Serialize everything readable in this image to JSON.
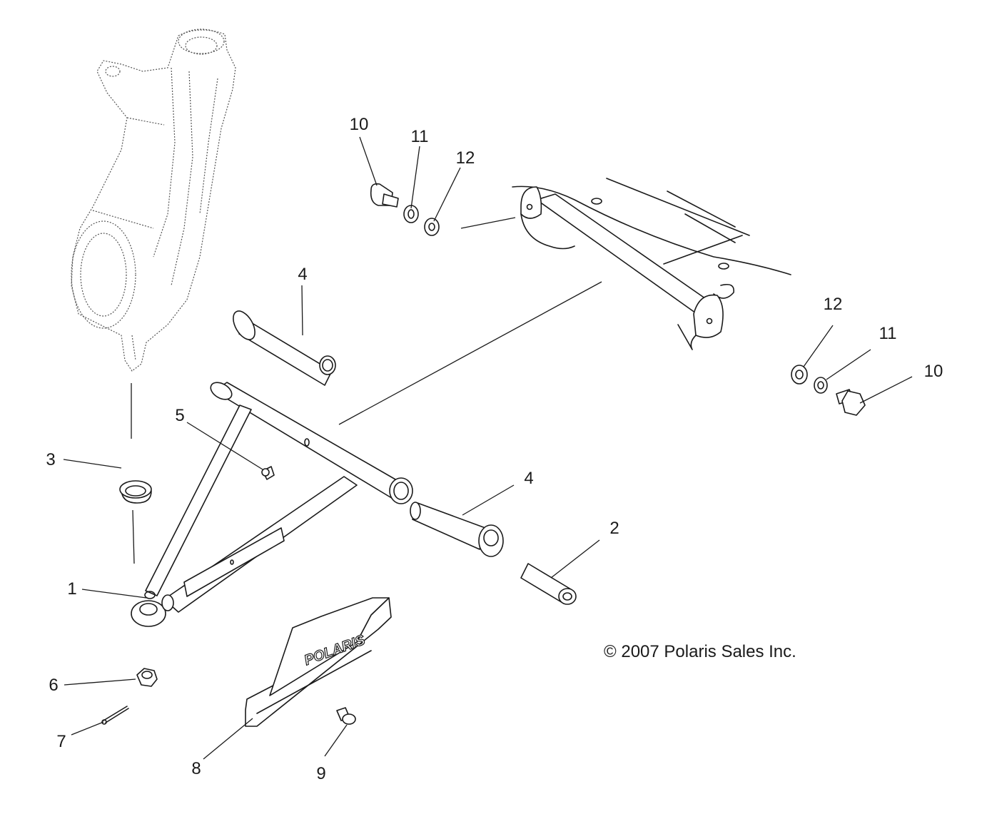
{
  "diagram": {
    "callouts": [
      {
        "id": "c1",
        "text": "1"
      },
      {
        "id": "c2",
        "text": "2"
      },
      {
        "id": "c3",
        "text": "3"
      },
      {
        "id": "c4a",
        "text": "4"
      },
      {
        "id": "c4b",
        "text": "4"
      },
      {
        "id": "c5",
        "text": "5"
      },
      {
        "id": "c6",
        "text": "6"
      },
      {
        "id": "c7",
        "text": "7"
      },
      {
        "id": "c8",
        "text": "8"
      },
      {
        "id": "c9",
        "text": "9"
      },
      {
        "id": "c10a",
        "text": "10"
      },
      {
        "id": "c11a",
        "text": "11"
      },
      {
        "id": "c12a",
        "text": "12"
      },
      {
        "id": "c12b",
        "text": "12"
      },
      {
        "id": "c11b",
        "text": "11"
      },
      {
        "id": "c10b",
        "text": "10"
      }
    ],
    "copyright": "© 2007 Polaris Sales Inc.",
    "guard_logo": "POLARIS"
  }
}
